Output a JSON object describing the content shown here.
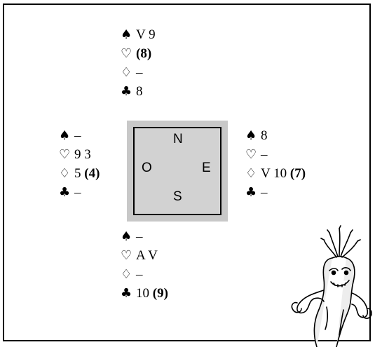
{
  "north": {
    "spades": {
      "symbol": "♠",
      "cards": "V 9",
      "bold": ""
    },
    "hearts": {
      "symbol": "♡",
      "cards": "",
      "bold": "(8)"
    },
    "diamonds": {
      "symbol": "♢",
      "cards": "–",
      "bold": ""
    },
    "clubs": {
      "symbol": "♣",
      "cards": "8",
      "bold": ""
    }
  },
  "west": {
    "spades": {
      "symbol": "♠",
      "cards": "–",
      "bold": ""
    },
    "hearts": {
      "symbol": "♡",
      "cards": "9 3",
      "bold": ""
    },
    "diamonds": {
      "symbol": "♢",
      "cards": "5",
      "bold": "(4)"
    },
    "clubs": {
      "symbol": "♣",
      "cards": "–",
      "bold": ""
    }
  },
  "east": {
    "spades": {
      "symbol": "♠",
      "cards": "8",
      "bold": ""
    },
    "hearts": {
      "symbol": "♡",
      "cards": "–",
      "bold": ""
    },
    "diamonds": {
      "symbol": "♢",
      "cards": "V 10",
      "bold": "(7)"
    },
    "clubs": {
      "symbol": "♣",
      "cards": "–",
      "bold": ""
    }
  },
  "south": {
    "spades": {
      "symbol": "♠",
      "cards": "–",
      "bold": ""
    },
    "hearts": {
      "symbol": "♡",
      "cards": "A V",
      "bold": ""
    },
    "diamonds": {
      "symbol": "♢",
      "cards": "–",
      "bold": ""
    },
    "clubs": {
      "symbol": "♣",
      "cards": "10",
      "bold": "(9)"
    }
  },
  "compass": {
    "n": "N",
    "o": "O",
    "e": "E",
    "s": "S"
  },
  "icons": {
    "mascot": "pepper-mascot-icon"
  }
}
